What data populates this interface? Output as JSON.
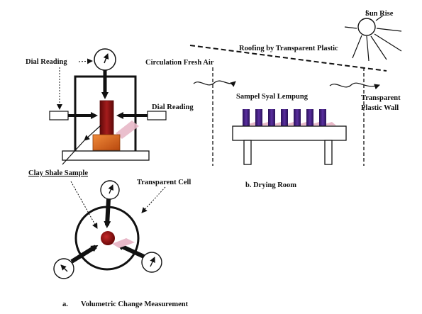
{
  "diagram": {
    "labels": {
      "sun_rise": "Sun Rise",
      "roofing": "Roofing by Transparent Plastic",
      "dial_reading_top": "Dial Reading",
      "dial_reading_right": "Dial Reading",
      "circulation": "Circulation Fresh Air",
      "sample_row": "Sampel Syal Lempung",
      "transparent_wall_line1": "Transparent",
      "transparent_wall_line2": "Plastic Wall",
      "clay_shale_sample": "Clay Shale Sample",
      "transparent_cell": "Transparent Cell",
      "caption_b": "b.   Drying Room",
      "caption_a_letter": "a.",
      "caption_a_text": "Volumetric Change Measurement"
    },
    "colors": {
      "line": "#111111",
      "sample_dark_red": "#8b1414",
      "sample_orange": "#d9621e",
      "sample_purple": "#3b1c6e",
      "shadow_pink": "#e8b8c8"
    },
    "sample_count": 7
  }
}
